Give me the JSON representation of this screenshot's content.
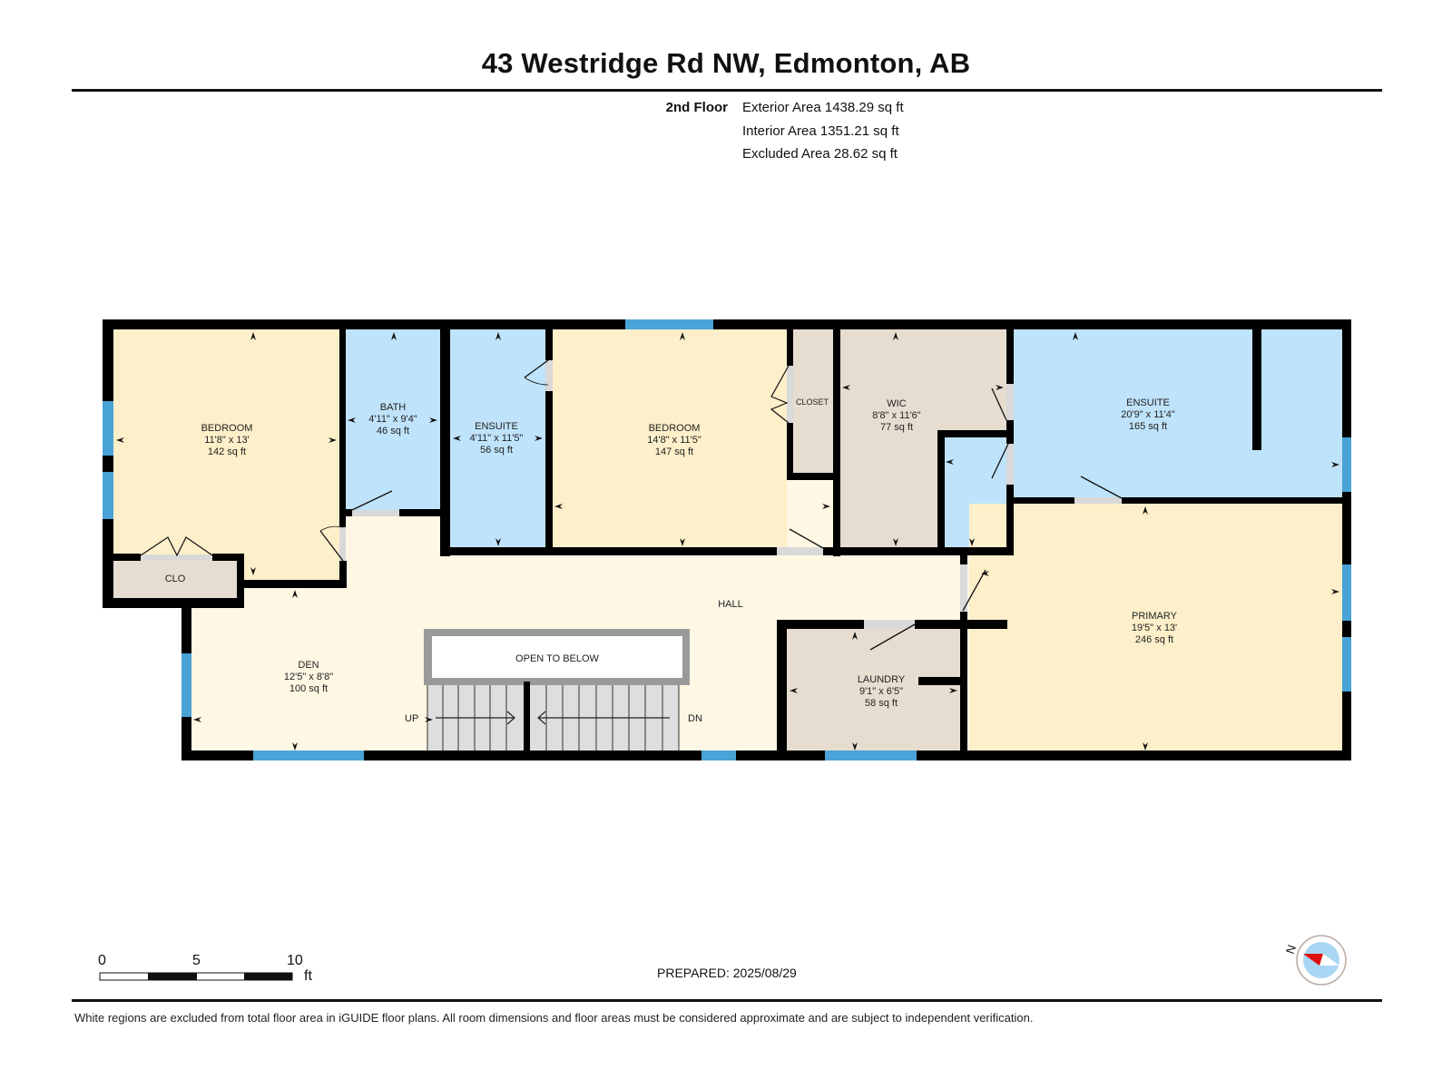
{
  "header": {
    "title": "43 Westridge Rd NW, Edmonton, AB"
  },
  "summary": {
    "floor": "2nd Floor",
    "exterior_area": "Exterior Area 1438.29 sq ft",
    "interior_area": "Interior Area 1351.21 sq ft",
    "excluded_area": "Excluded Area 28.62 sq ft"
  },
  "rooms": {
    "bedroom1": {
      "name": "BEDROOM",
      "dims": "11'8\" x 13'",
      "area": "142 sq ft"
    },
    "bath": {
      "name": "BATH",
      "dims": "4'11\" x 9'4\"",
      "area": "46 sq ft"
    },
    "ensuite1": {
      "name": "ENSUITE",
      "dims": "4'11\" x 11'5\"",
      "area": "56 sq ft"
    },
    "bedroom2": {
      "name": "BEDROOM",
      "dims": "14'8\" x 11'5\"",
      "area": "147 sq ft"
    },
    "closet": {
      "name": "CLOSET"
    },
    "wic": {
      "name": "WIC",
      "dims": "8'8\" x 11'6\"",
      "area": "77 sq ft"
    },
    "ensuite2": {
      "name": "ENSUITE",
      "dims": "20'9\" x 11'4\"",
      "area": "165 sq ft"
    },
    "clo": {
      "name": "CLO"
    },
    "hall": {
      "name": "HALL"
    },
    "den": {
      "name": "DEN",
      "dims": "12'5\" x 8'8\"",
      "area": "100 sq ft"
    },
    "open_to_below": {
      "name": "OPEN TO BELOW"
    },
    "laundry": {
      "name": "LAUNDRY",
      "dims": "9'1\" x 6'5\"",
      "area": "58 sq ft"
    },
    "primary": {
      "name": "PRIMARY",
      "dims": "19'5\" x 13'",
      "area": "246 sq ft"
    }
  },
  "stairs": {
    "up_label": "UP",
    "down_label": "DN"
  },
  "scale_bar": {
    "ticks": [
      "0",
      "5",
      "10"
    ],
    "unit": "ft"
  },
  "compass": {
    "north_label": "N"
  },
  "footer": {
    "prepared": "PREPARED: 2025/08/29",
    "disclaimer": "White regions are excluded from total floor area in iGUIDE floor plans. All room dimensions and floor areas must be considered approximate and are subject to independent verification."
  },
  "colors": {
    "bedroom": "#fdefc9",
    "bath": "#bfe3fa",
    "closet": "#e6ddd0",
    "hall": "#fef7e3",
    "wall": "#000000",
    "window": "#4aa3d6",
    "door": "#d9d9d9",
    "stair": "#dedede",
    "compass_red": "#e01010"
  }
}
